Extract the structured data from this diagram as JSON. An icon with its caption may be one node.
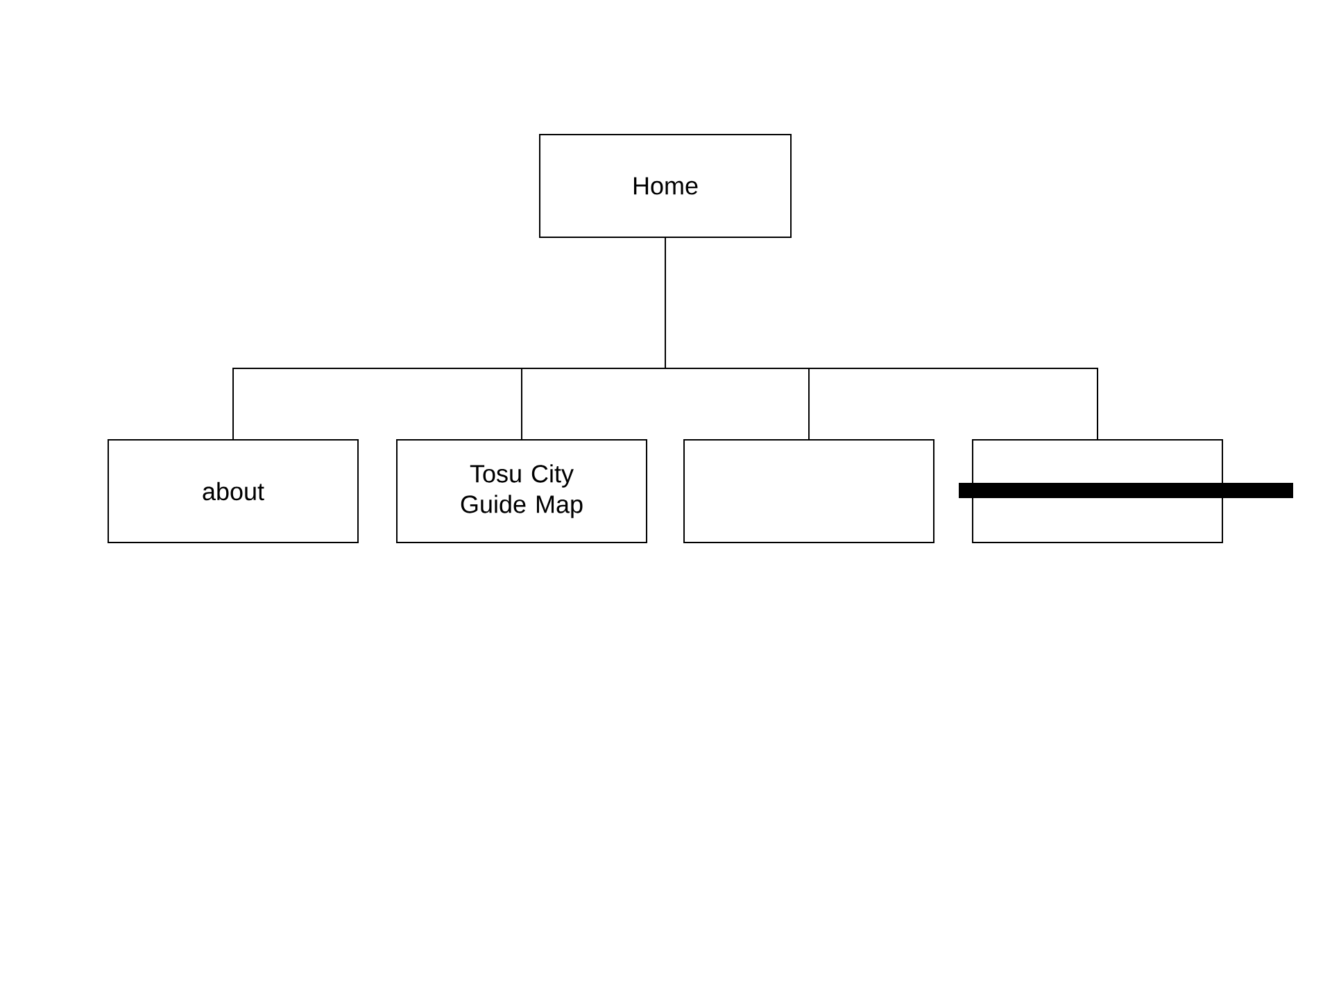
{
  "diagram": {
    "nodes": [
      {
        "text": [
          "Home"
        ]
      },
      {
        "text": [
          "about"
        ]
      },
      {
        "text": [
          "Tosu City Guide Map"
        ]
      },
      {
        "text": [],
        "shape": "box"
      },
      {
        "text": [],
        "shape": "box"
      }
    ],
    "edges": [
      {
        "from": 0,
        "to": 1,
        "arrow": "none"
      },
      {
        "from": 0,
        "to": 2,
        "arrow": "none"
      },
      {
        "from": 0,
        "to": 3,
        "arrow": "none"
      },
      {
        "from": 0,
        "to": 4,
        "arrow": "none"
      }
    ]
  }
}
